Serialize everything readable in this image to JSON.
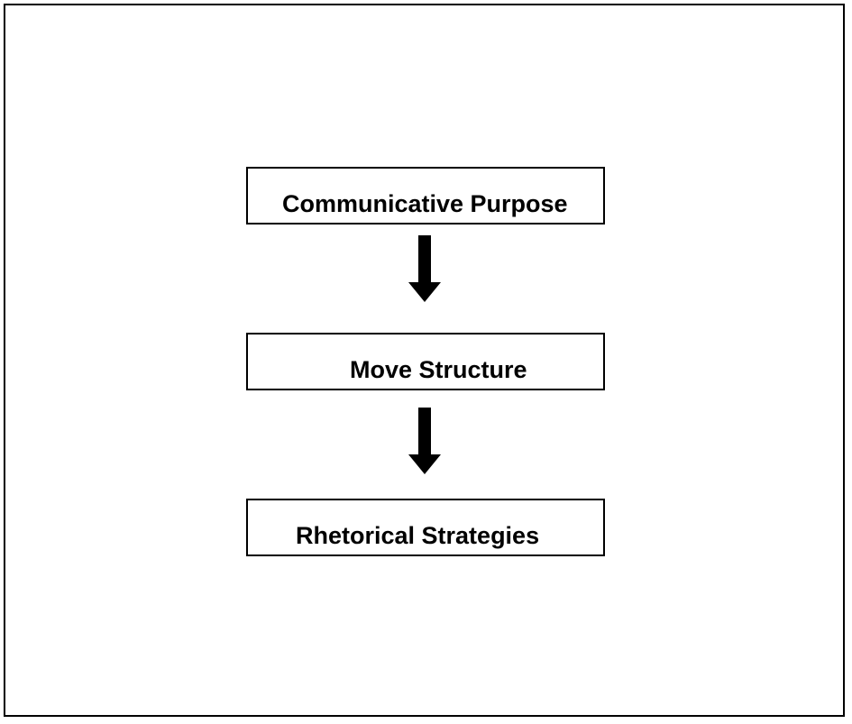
{
  "diagram": {
    "nodes": [
      {
        "label": "Communicative Purpose"
      },
      {
        "label": "Move Structure"
      },
      {
        "label": "Rhetorical Strategies"
      }
    ],
    "edges": [
      {
        "from": 0,
        "to": 1
      },
      {
        "from": 1,
        "to": 2
      }
    ],
    "colors": {
      "stroke": "#000000",
      "fill": "#ffffff"
    }
  }
}
